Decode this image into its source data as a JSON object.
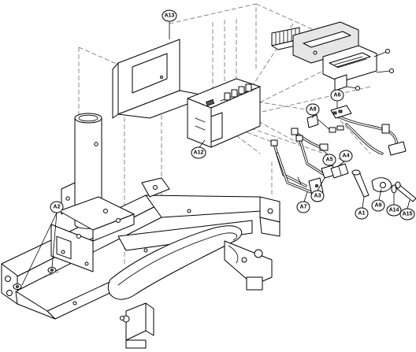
{
  "callouts": [
    {
      "id": "A13",
      "label": "A13"
    },
    {
      "id": "A12",
      "label": "A12"
    },
    {
      "id": "A8",
      "label": "A8"
    },
    {
      "id": "A6",
      "label": "A6"
    },
    {
      "id": "A5",
      "label": "A5"
    },
    {
      "id": "A4",
      "label": "A4"
    },
    {
      "id": "A3",
      "label": "A3"
    },
    {
      "id": "A7",
      "label": "A7"
    },
    {
      "id": "A1",
      "label": "A1"
    },
    {
      "id": "A9",
      "label": "A9"
    },
    {
      "id": "A14",
      "label": "A14"
    },
    {
      "id": "A15",
      "label": "A15"
    },
    {
      "id": "A2",
      "label": "A2"
    }
  ],
  "colors": {
    "line": "#000000",
    "dashed_guide": "#6f6f6f",
    "part_fill": "#ffffff",
    "shading": "#e6e6e6"
  }
}
